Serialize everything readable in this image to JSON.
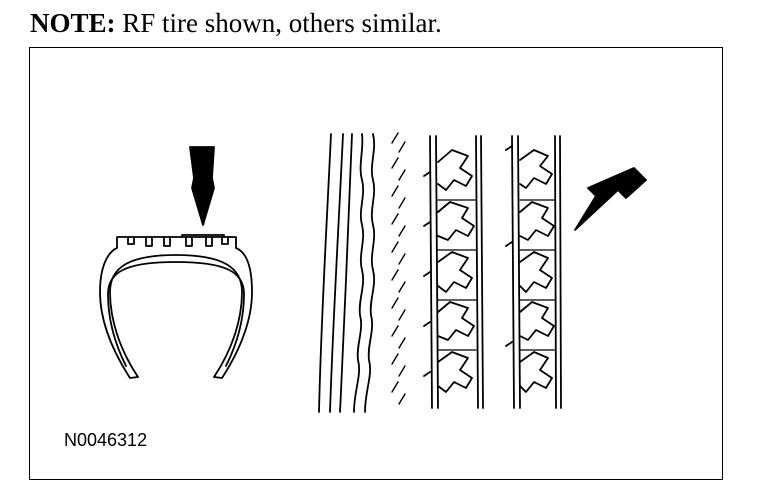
{
  "note": {
    "label": "NOTE:",
    "text": " RF tire shown, others similar."
  },
  "figure": {
    "id": "N0046312"
  },
  "icons": {
    "arrow_top": "down-arrow-icon",
    "arrow_right": "diagonal-arrow-icon"
  },
  "colors": {
    "line": "#000000",
    "background": "#ffffff"
  }
}
